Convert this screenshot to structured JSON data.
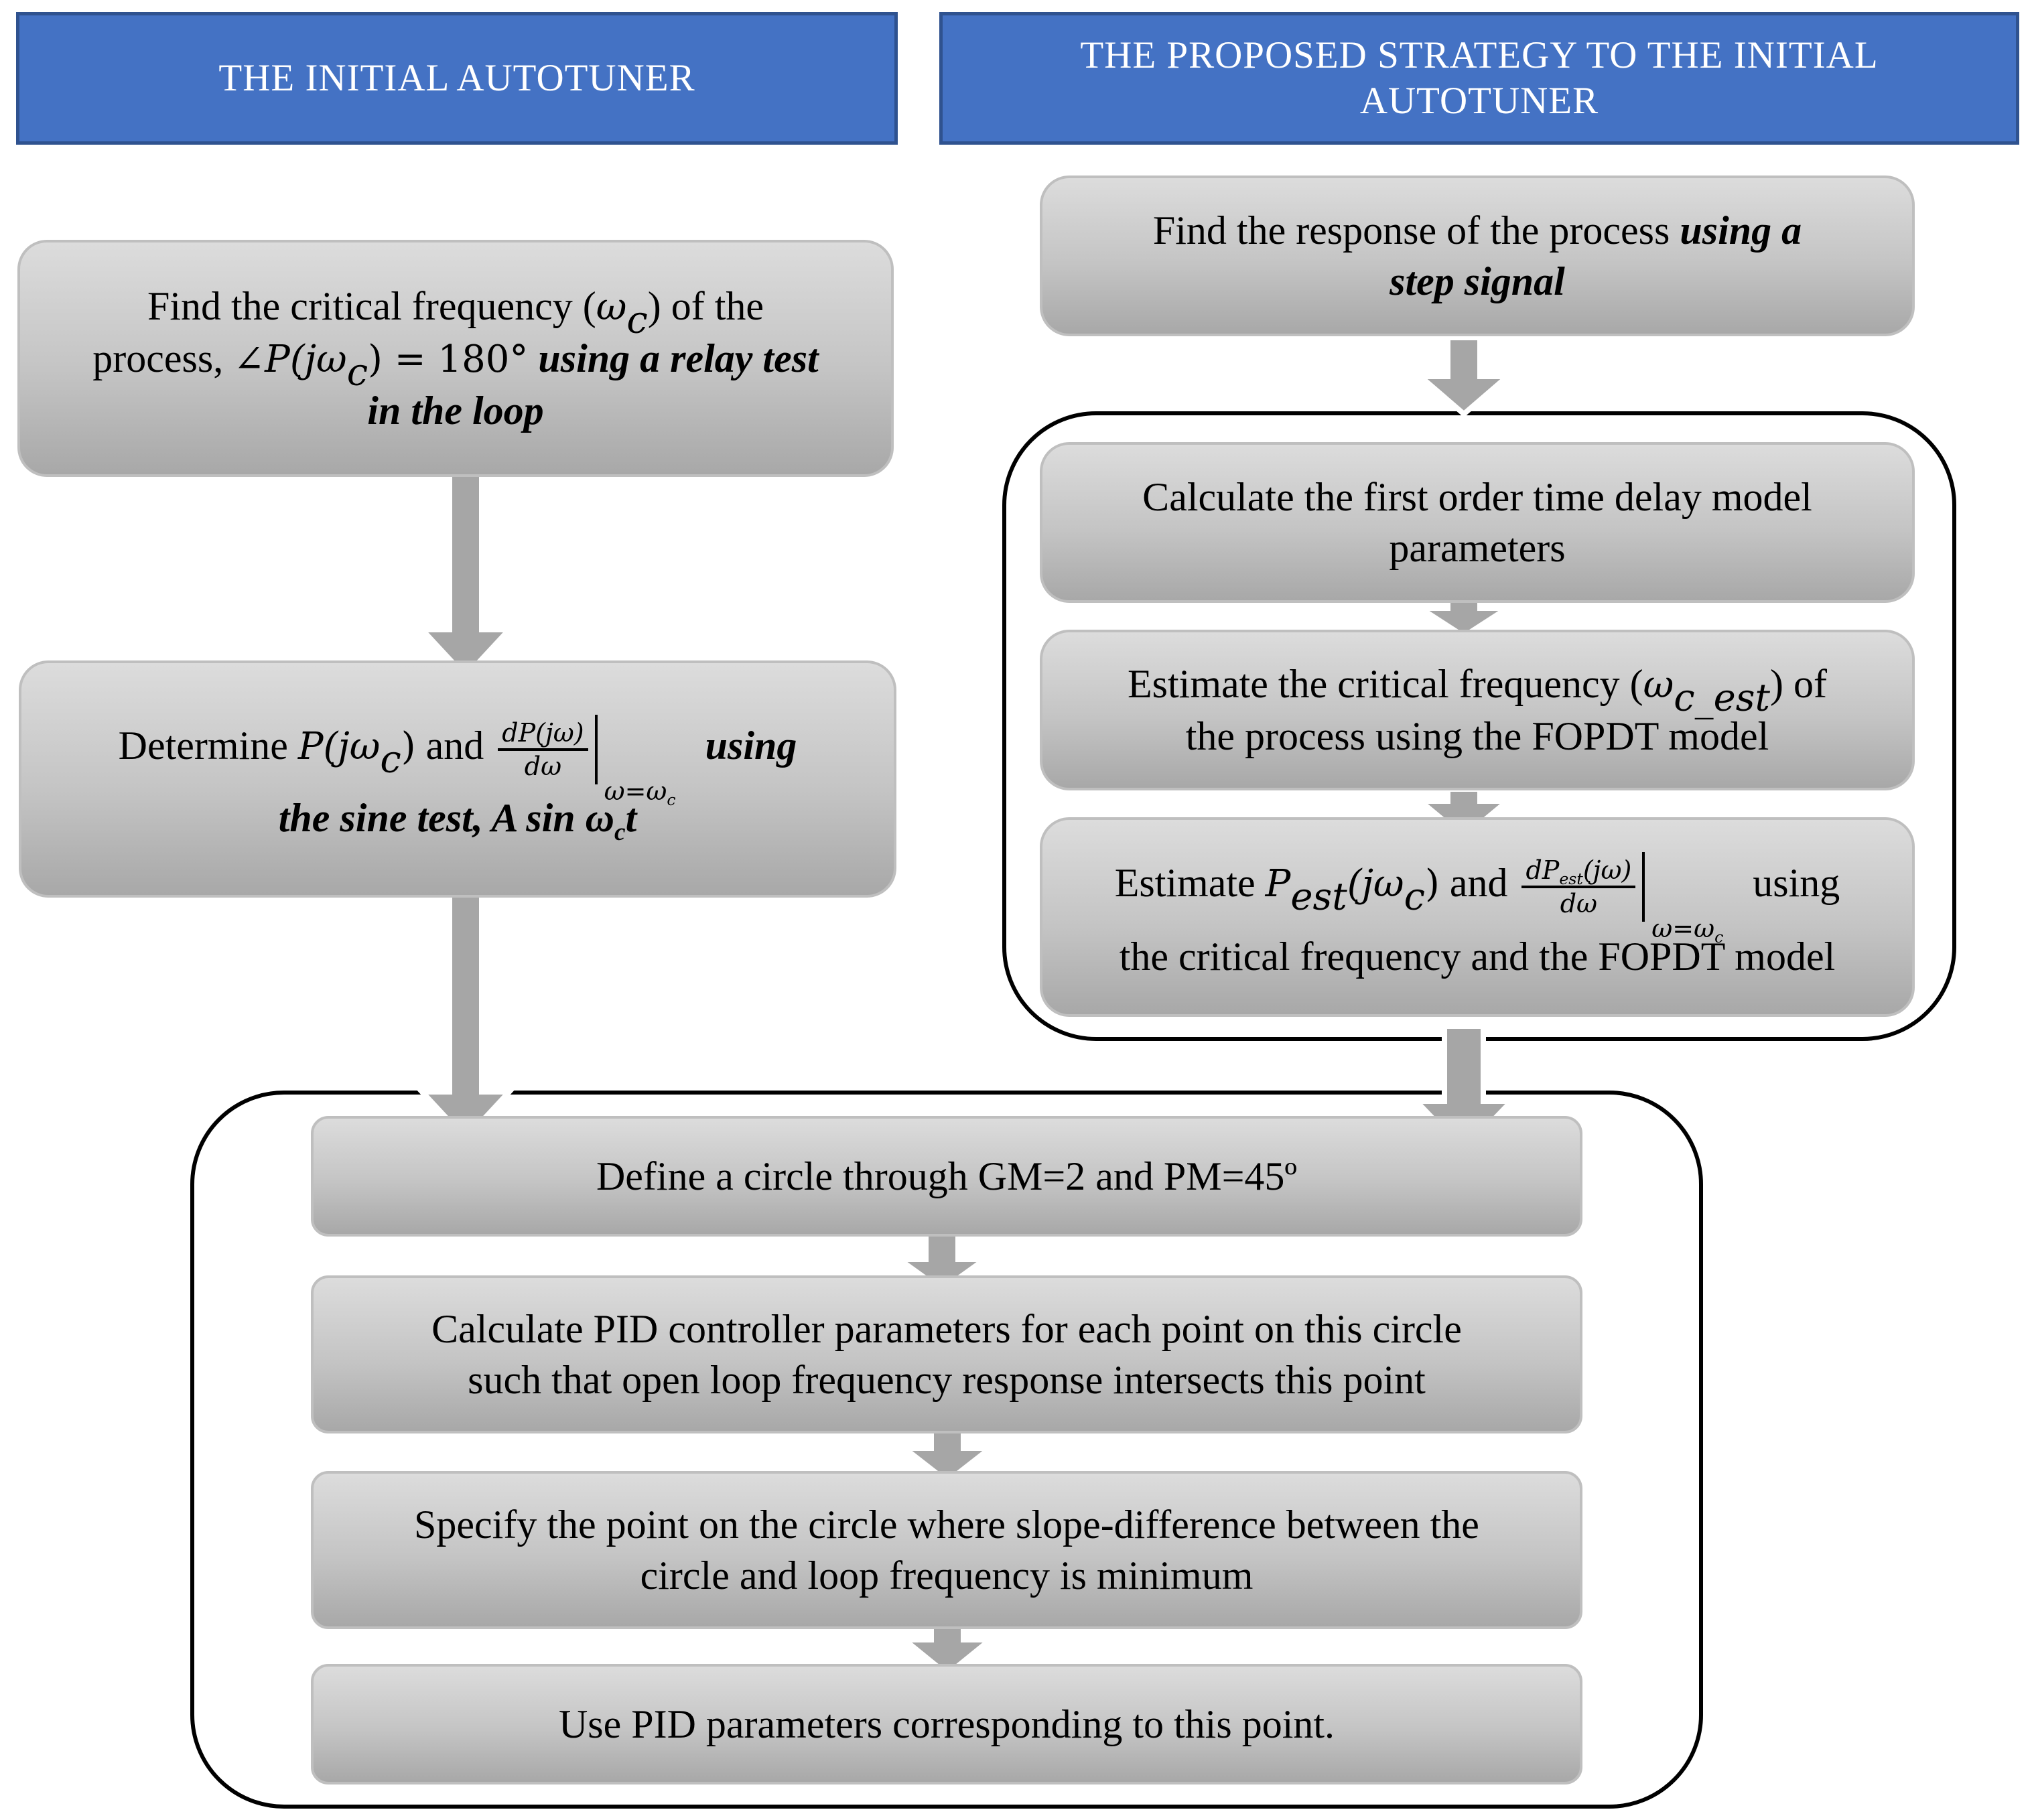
{
  "headers": {
    "left": "THE INITIAL AUTOTUNER",
    "right": "THE PROPOSED STRATEGY TO THE INITIAL AUTOTUNER"
  },
  "left_column": {
    "step1": {
      "line1_pre": "Find the critical frequency (",
      "omega": "ω",
      "sub_c": "c",
      "line1_post": ") of the",
      "line2_pre": "process, ",
      "formula_angle": "∠P(jω",
      "formula_close": ") = 180°",
      "emph1": "using a relay test",
      "emph2": "in the loop"
    },
    "step2": {
      "pre": "Determine ",
      "p_func": "P(jω",
      "p_close": ")",
      "and": "and",
      "frac_num": "dP(jω)",
      "frac_den": "dω",
      "eval_at": "ω=ω",
      "eval_sub": "c",
      "emph_using": "using",
      "emph_line2_pre": "the sine test, A sin ω",
      "emph_sub": "c",
      "emph_line2_post": "t"
    }
  },
  "right_column": {
    "step1": {
      "pre": "Find the response of the process ",
      "emph1": "using a",
      "emph2": "step signal"
    },
    "step2": {
      "line1": "Calculate the first order time delay model",
      "line2": "parameters"
    },
    "step3": {
      "line1_pre": "Estimate the critical frequency (",
      "omega": "ω",
      "sub": "c_est",
      "line1_post": ") of",
      "line2": "the process using the FOPDT model"
    },
    "step4": {
      "pre": "Estimate ",
      "p": "P",
      "p_sub": "est",
      "p_arg": "(jω",
      "p_arg_sub": "c",
      "p_close": ")",
      "and": "and",
      "frac_num_pre": "dP",
      "frac_num_sub": "est",
      "frac_num_post": "(jω)",
      "frac_den": "dω",
      "eval_at": "ω=ω",
      "eval_sub": "c",
      "using": "using",
      "line2": "the critical frequency and the FOPDT model"
    }
  },
  "bottom_group": {
    "step1": "Define a circle through GM=2 and PM=45º",
    "step2": {
      "line1": "Calculate PID controller parameters for each point on this circle",
      "line2": "such that open loop frequency response intersects this point"
    },
    "step3": {
      "line1": "Specify the point on the circle where slope-difference between the",
      "line2": "circle and loop frequency is minimum"
    },
    "step4": "Use PID parameters corresponding to this point."
  },
  "colors": {
    "header_fill": "#4472c4",
    "header_border": "#2f528f",
    "box_fill_top": "#dcdcdc",
    "box_fill_bottom": "#a8a8a8",
    "arrow_fill": "#a6a6a6",
    "group_border": "#000000"
  }
}
